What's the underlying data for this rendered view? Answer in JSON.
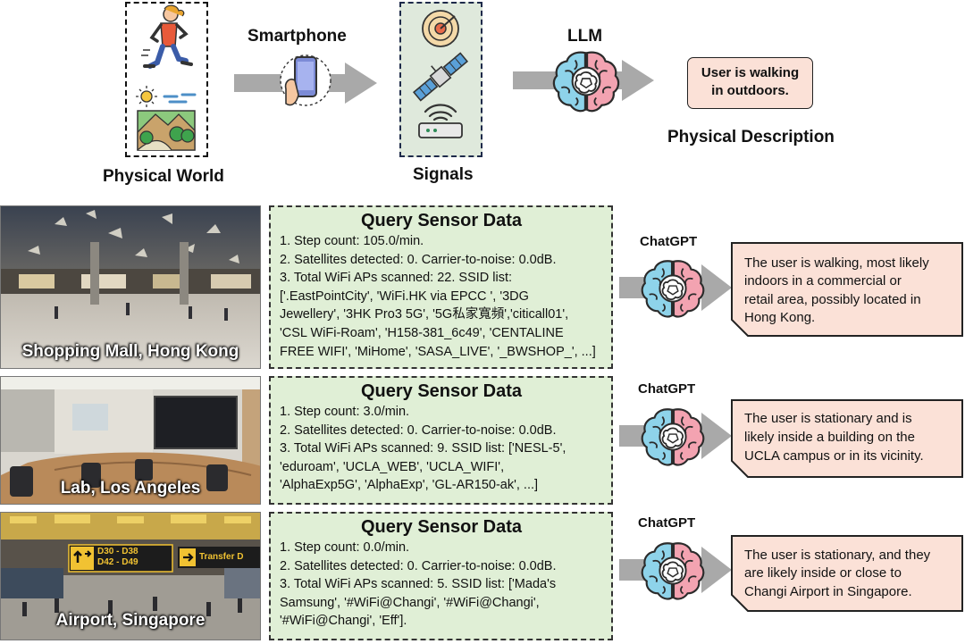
{
  "pipeline": {
    "physical_world_label": "Physical World",
    "smartphone_label": "Smartphone",
    "signals_label": "Signals",
    "llm_label": "LLM",
    "description_line1": "User is walking",
    "description_line2": "in outdoors.",
    "physical_description_label": "Physical Description"
  },
  "rows": [
    {
      "location": "Shopping Mall, Hong Kong",
      "query_title": "Query Sensor Data",
      "lines": [
        "1. Step count: 105.0/min.",
        "2. Satellites detected: 0. Carrier-to-noise: 0.0dB.",
        "3. Total WiFi APs scanned: 22. SSID list:",
        "['.EastPointCity', 'WiFi.HK via EPCC ', '3DG",
        "Jewellery', '3HK Pro3 5G', '5G私家寬頻','citicall01',",
        "'CSL WiFi-Roam', 'H158-381_6c49', 'CENTALINE",
        "FREE WIFI', 'MiHome', 'SASA_LIVE', '_BWSHOP_', ...]"
      ],
      "model": "ChatGPT",
      "answer": [
        "The user is walking, most likely",
        "indoors in a commercial or",
        "retail area, possibly located in",
        "Hong Kong."
      ]
    },
    {
      "location": "Lab, Los Angeles",
      "query_title": "Query Sensor Data",
      "lines": [
        "1. Step count: 3.0/min.",
        "2. Satellites detected: 0. Carrier-to-noise: 0.0dB.",
        "3. Total WiFi APs scanned: 9. SSID list: ['NESL-5',",
        "'eduroam', 'UCLA_WEB', 'UCLA_WIFI',",
        "'AlphaExp5G', 'AlphaExp', 'GL-AR150-ak',  ...]"
      ],
      "model": "ChatGPT",
      "answer": [
        "The user is stationary and is",
        "likely inside a building on the",
        "UCLA campus or in its vicinity."
      ]
    },
    {
      "location": "Airport, Singapore",
      "query_title": "Query Sensor Data",
      "lines": [
        "1. Step count: 0.0/min.",
        "2. Satellites detected: 0. Carrier-to-noise: 0.0dB.",
        "3. Total WiFi APs scanned: 5. SSID list: ['Mada's",
        "Samsung', '#WiFi@Changi', '#WiFi@Changi',",
        "'#WiFi@Changi', 'Eff']."
      ],
      "model": "ChatGPT",
      "answer": [
        "The user is stationary, and they",
        "are likely inside or close to",
        "Changi Airport in Singapore."
      ]
    }
  ],
  "airport_signs": {
    "sign1": "D30 - D38",
    "sign2": "D42 - D49",
    "sign3": "Transfer D"
  },
  "colors": {
    "query_fill": "#e0efd6",
    "answer_fill": "#fbe1d7",
    "arrow_gray": "#a9a9a9",
    "brain_left": "#8ed3ea",
    "brain_right": "#f3a3b1"
  }
}
